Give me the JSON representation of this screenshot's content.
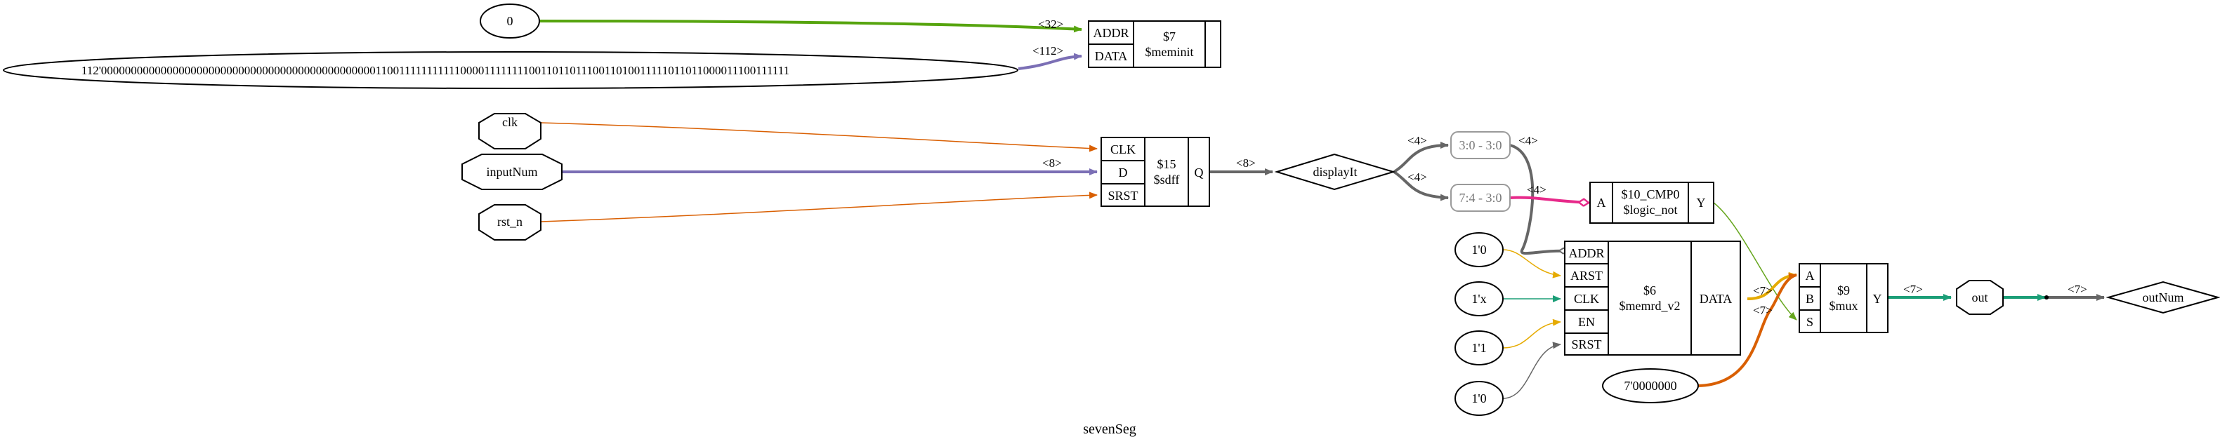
{
  "title": "sevenSeg",
  "colors": {
    "green": "#56a40e",
    "purple": "#7b6fb5",
    "orange": "#d95f02",
    "gray": "#666666",
    "magenta": "#e7298a",
    "teal": "#1b9e77",
    "amber": "#e6ab02",
    "olive": "#66a61e"
  },
  "constants": {
    "zero": "0",
    "init_data": "112'0000000000000000000000000000000000000000000000110011111111111000011111111001101101110011010011111011011000011100111111",
    "arst_val": "1'0",
    "clk_val": "1'x",
    "en_val": "1'1",
    "srst_val": "1'0",
    "mux_b_val": "7'0000000"
  },
  "ports": {
    "clk": "clk",
    "inputNum": "inputNum",
    "rst_n": "rst_n",
    "out": "out",
    "outNum": "outNum"
  },
  "wires": {
    "displayIt": "displayIt"
  },
  "slices": {
    "low": "3:0 - 3:0",
    "high": "7:4 - 3:0"
  },
  "cells": {
    "meminit": {
      "id": "$7",
      "type": "$meminit",
      "ports": [
        "ADDR",
        "DATA"
      ]
    },
    "sdff": {
      "id": "$15",
      "type": "$sdff",
      "inputs": [
        "CLK",
        "D",
        "SRST"
      ],
      "output": "Q"
    },
    "logic_not": {
      "id": "$10_CMP0",
      "type": "$logic_not",
      "input": "A",
      "output": "Y"
    },
    "memrd": {
      "id": "$6",
      "type": "$memrd_v2",
      "inputs": [
        "ADDR",
        "ARST",
        "CLK",
        "EN",
        "SRST"
      ],
      "output": "DATA"
    },
    "mux": {
      "id": "$9",
      "type": "$mux",
      "inputs": [
        "A",
        "B",
        "S"
      ],
      "output": "Y"
    }
  },
  "edge_labels": {
    "addr_width": "<32>",
    "data_width": "<112>",
    "d_width": "<8>",
    "q_width": "<8>",
    "slice_in_low": "<4>",
    "slice_in_high": "<4>",
    "slice_out_low": "<4>",
    "slice_out_high": "<4>",
    "mux_a_width": "<7>",
    "mux_b_width": "<7>",
    "mux_y_width": "<7>",
    "out_width": "<7>"
  }
}
